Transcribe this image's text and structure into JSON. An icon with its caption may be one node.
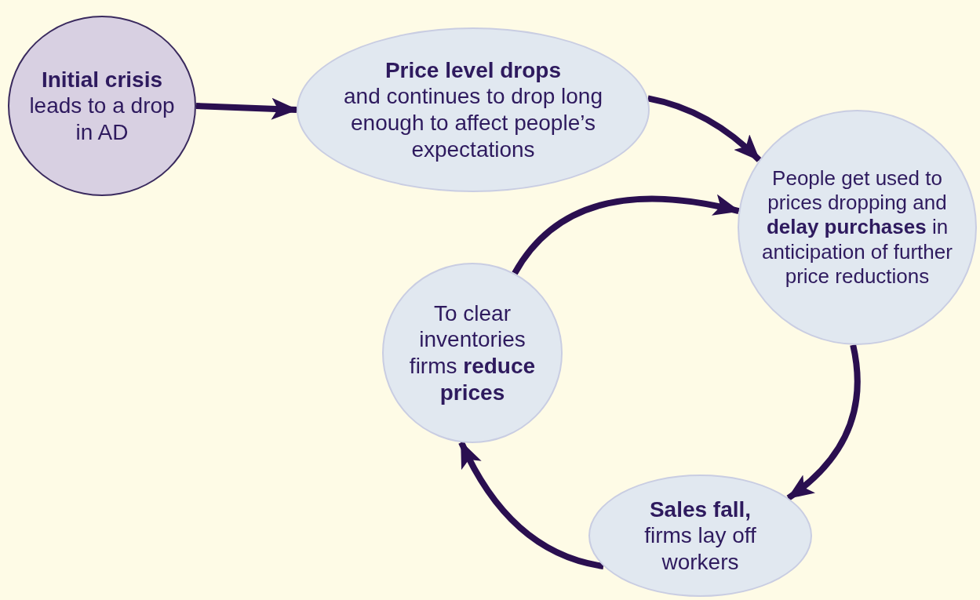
{
  "diagram": {
    "nodes": [
      {
        "text": [
          "Initial crisis",
          "leads to a drop in AD"
        ]
      },
      {
        "text": [
          "Price level drops",
          "and continues to drop long enough to affect people’s expectations"
        ]
      },
      {
        "text": [
          "People get used to prices dropping and **delay purchases** in anticipation of further price reductions"
        ]
      },
      {
        "text": [
          "Sales fall,",
          "firms lay off workers"
        ]
      },
      {
        "text": [
          "To clear inventories firms **reduce prices**"
        ]
      }
    ],
    "edges": [
      {
        "from": 0,
        "to": 1,
        "arrow": "to"
      },
      {
        "from": 1,
        "to": 2,
        "arrow": "to"
      },
      {
        "from": 4,
        "to": 2,
        "arrow": "to"
      },
      {
        "from": 2,
        "to": 3,
        "arrow": "to"
      },
      {
        "from": 3,
        "to": 4,
        "arrow": "to"
      }
    ]
  }
}
